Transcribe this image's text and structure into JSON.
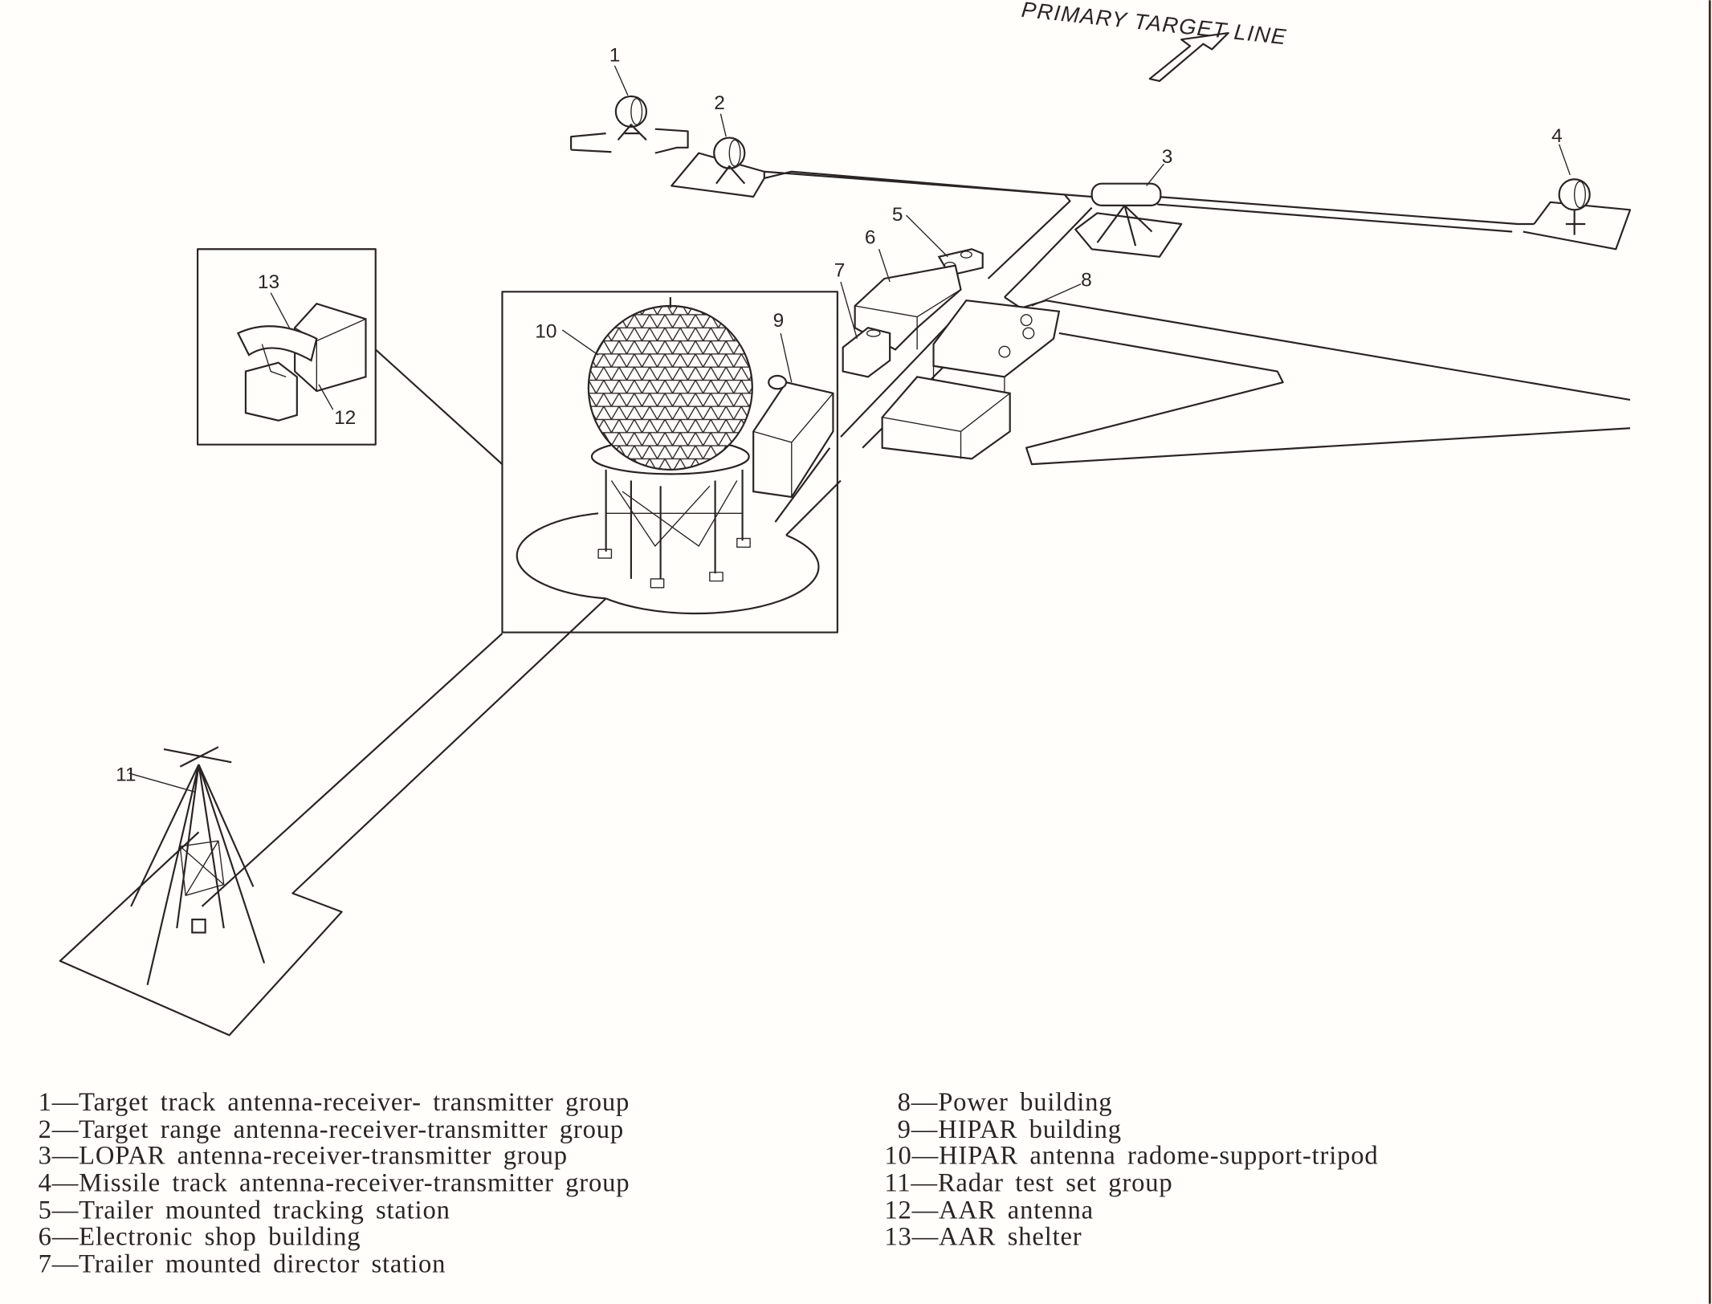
{
  "title": "PRIMARY TARGET LINE",
  "callouts": [
    "1",
    "2",
    "3",
    "4",
    "5",
    "6",
    "7",
    "8",
    "9",
    "10",
    "11",
    "12",
    "13"
  ],
  "legend": [
    {
      "num": "1",
      "text": "1—Target track antenna-receiver- transmitter group"
    },
    {
      "num": "2",
      "text": "2—Target range antenna-receiver-transmitter group"
    },
    {
      "num": "3",
      "text": "3—LOPAR antenna-receiver-transmitter group"
    },
    {
      "num": "4",
      "text": "4—Missile track antenna-receiver-transmitter group"
    },
    {
      "num": "5",
      "text": "5—Trailer mounted tracking station"
    },
    {
      "num": "6",
      "text": "6—Electronic shop building"
    },
    {
      "num": "7",
      "text": "7—Trailer mounted director station"
    },
    {
      "num": "8",
      "text": "8—Power building"
    },
    {
      "num": "9",
      "text": "9—HIPAR building"
    },
    {
      "num": "10",
      "text": "10—HIPAR antenna radome-support-tripod"
    },
    {
      "num": "11",
      "text": "11—Radar test set group"
    },
    {
      "num": "12",
      "text": "12—AAR antenna"
    },
    {
      "num": "13",
      "text": "13—AAR shelter"
    }
  ]
}
